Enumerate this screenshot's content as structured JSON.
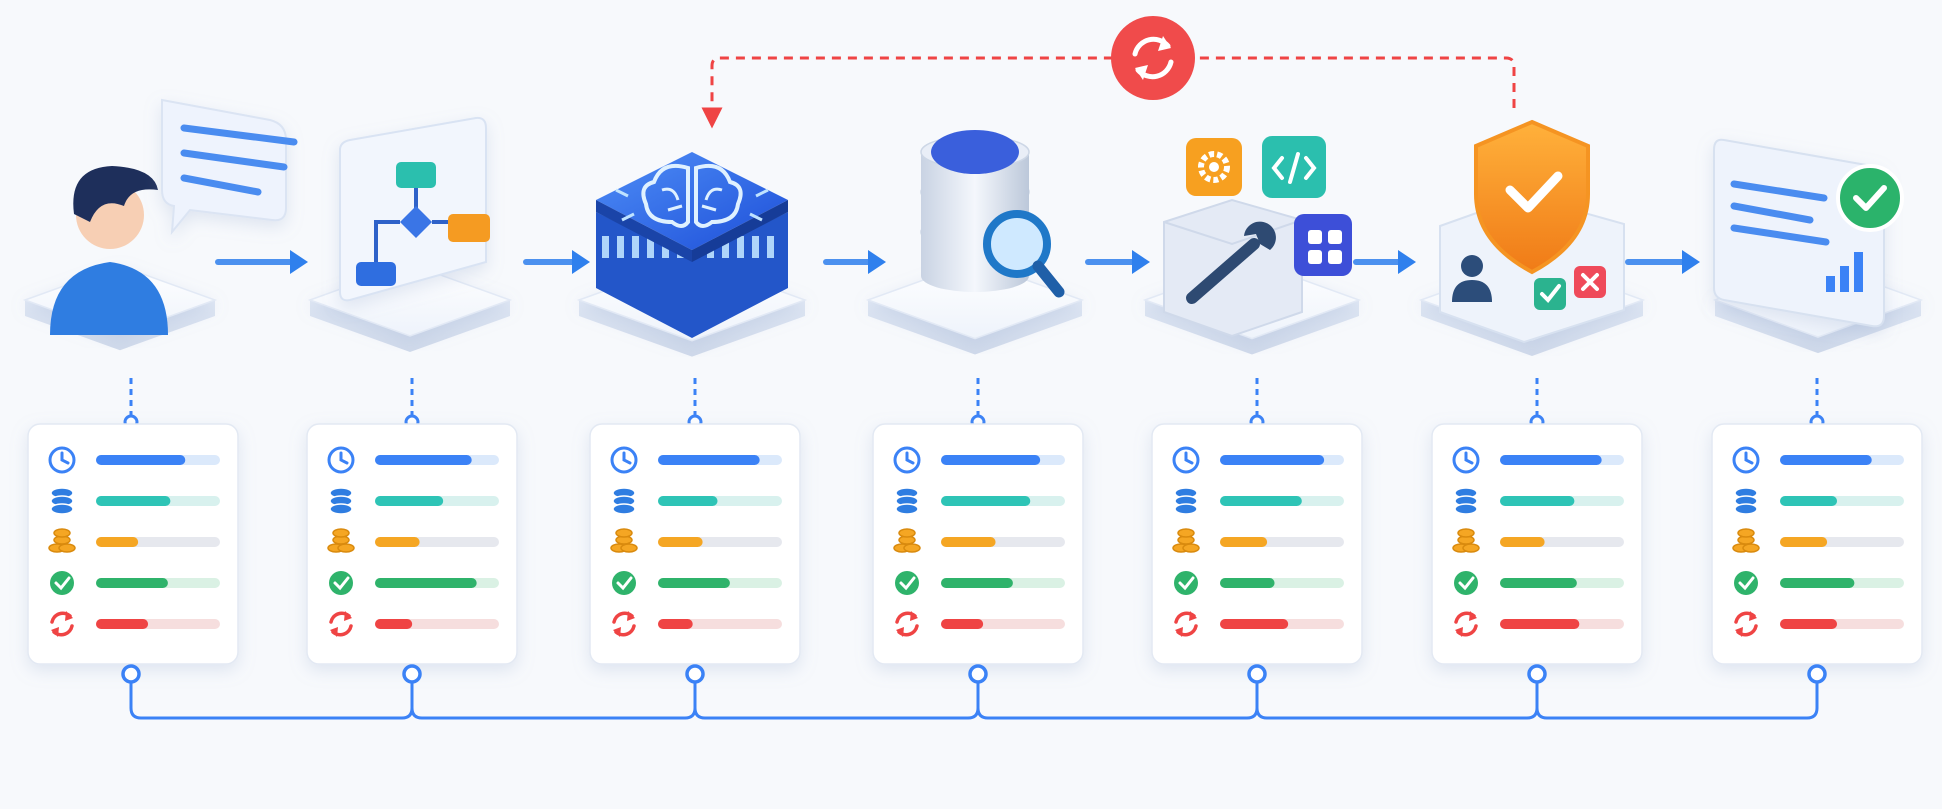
{
  "colors": {
    "background": "#f7f9fc",
    "flow_arrow": "#2f80ed",
    "loop_line": "#ef4444",
    "bus_line": "#3b82f6",
    "metric_time": "#3b82f6",
    "metric_data": "#2ec4b6",
    "metric_cost": "#f5a623",
    "metric_success": "#2fb36b",
    "metric_retry": "#ef4444"
  },
  "icons": {
    "loop": "refresh-cycle-icon",
    "metrics": [
      "clock-icon",
      "database-icon",
      "coins-icon",
      "check-circle-icon",
      "refresh-icon"
    ]
  },
  "stages": [
    {
      "id": "user",
      "icon": "user-speech-icon",
      "metrics": [
        0.72,
        0.6,
        0.34,
        0.58,
        0.42
      ]
    },
    {
      "id": "planner",
      "icon": "flowchart-icon",
      "metrics": [
        0.78,
        0.55,
        0.36,
        0.82,
        0.3
      ]
    },
    {
      "id": "model",
      "icon": "brain-chip-icon",
      "metrics": [
        0.82,
        0.48,
        0.36,
        0.58,
        0.28
      ]
    },
    {
      "id": "retrieval",
      "icon": "database-search-icon",
      "metrics": [
        0.8,
        0.72,
        0.44,
        0.58,
        0.34
      ]
    },
    {
      "id": "tools",
      "icon": "toolbox-icon",
      "metrics": [
        0.84,
        0.66,
        0.38,
        0.44,
        0.55
      ]
    },
    {
      "id": "guardrail",
      "icon": "shield-check-icon",
      "metrics": [
        0.82,
        0.6,
        0.36,
        0.62,
        0.64
      ]
    },
    {
      "id": "output",
      "icon": "report-check-icon",
      "metrics": [
        0.74,
        0.46,
        0.38,
        0.6,
        0.46
      ]
    }
  ]
}
